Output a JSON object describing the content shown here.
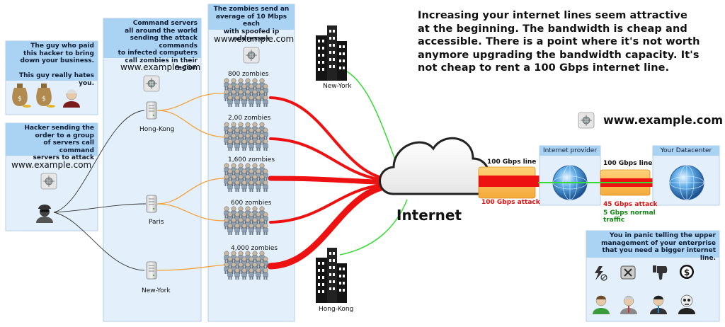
{
  "site_label": "www.example.com",
  "client": {
    "caption": "The guy who paid\nthis hacker to bring\ndown your business.\n\nThis guy really hates you."
  },
  "hacker": {
    "caption": "Hacker sending the\norder to a group\nof servers call command\nservers to attack"
  },
  "command_servers": {
    "caption": "Command servers\nall around the world\nsending the attack commands\nto infected computers\ncall zombies in their region",
    "servers": [
      "Hong-Kong",
      "Paris",
      "New-York"
    ]
  },
  "zombies": {
    "caption": "The zombies send an\naverage of 10 Mbps each\nwith spoofed ip addresses",
    "groups": [
      "800 zombies",
      "2,00 zombies",
      "1,600 zombies",
      "600 zombies",
      "4,000 zombies"
    ]
  },
  "cities": {
    "top": "New-York",
    "bottom": "Hong-Kong"
  },
  "headline": "Increasing your internet lines seem attractive at the beginning. The bandwidth is cheap and accessible. There is a point where it's not worth anymore upgrading the bandwidth capacity. It's not cheap to rent a 100 Gbps internet line.",
  "internet_label": "Internet",
  "link1": {
    "capacity": "100 Gbps line",
    "attack": "100 Gbps attack"
  },
  "provider": {
    "title": "Internet provider"
  },
  "link2": {
    "capacity": "100 Gbps line",
    "attack": "45 Gbps attack",
    "normal": "5 Gbps normal\ntraffic"
  },
  "datacenter": {
    "title": "Your Datacenter"
  },
  "panic": {
    "caption": "You in panic telling the upper\nmanagement of your enterprise\nthat you need a bigger internet line."
  },
  "colors": {
    "attack": "#ee1111",
    "normal": "#33dd33",
    "command": "#f4a23a",
    "panel": "#e3f0fb",
    "panel_header": "#a9d2f3",
    "attack_text": "#dd1111",
    "normal_text": "#118811"
  }
}
